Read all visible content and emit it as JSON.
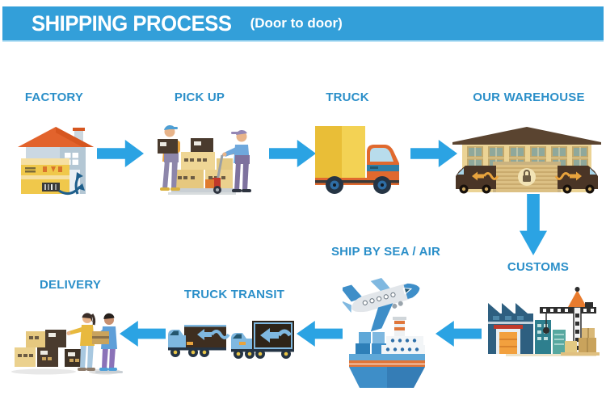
{
  "header": {
    "title": "SHIPPING PROCESS",
    "subtitle": "(Door to door)"
  },
  "colors": {
    "header_bar": "#339FD9",
    "label_text": "#2B8FC9",
    "arrow_blue": "#2BA3E3",
    "background": "#FFFFFF"
  },
  "steps": [
    {
      "id": "factory",
      "order": 1,
      "label": "FACTORY",
      "icon": "factory-house-illustration"
    },
    {
      "id": "pick-up",
      "order": 2,
      "label": "PICK UP",
      "icon": "workers-loading-boxes-illustration"
    },
    {
      "id": "truck",
      "order": 3,
      "label": "TRUCK",
      "icon": "cargo-box-truck-illustration"
    },
    {
      "id": "our-warehouse",
      "order": 4,
      "label": "OUR WAREHOUSE",
      "icon": "warehouse-with-vans-illustration"
    },
    {
      "id": "customs",
      "order": 5,
      "label": "CUSTOMS",
      "icon": "customs-port-crane-illustration"
    },
    {
      "id": "ship-by-sea-air",
      "order": 6,
      "label": "SHIP BY SEA / AIR",
      "icon": "airplane-and-cargo-ship-illustration"
    },
    {
      "id": "truck-transit",
      "order": 7,
      "label": "TRUCK TRANSIT",
      "icon": "semi-trailer-trucks-illustration"
    },
    {
      "id": "delivery",
      "order": 8,
      "label": "DELIVERY",
      "icon": "courier-handover-illustration"
    }
  ],
  "arrows": [
    {
      "from": "FACTORY",
      "to": "PICK UP",
      "direction": "right"
    },
    {
      "from": "PICK UP",
      "to": "TRUCK",
      "direction": "right"
    },
    {
      "from": "TRUCK",
      "to": "OUR WAREHOUSE",
      "direction": "right"
    },
    {
      "from": "OUR WAREHOUSE",
      "to": "CUSTOMS",
      "direction": "down"
    },
    {
      "from": "CUSTOMS",
      "to": "SHIP BY SEA / AIR",
      "direction": "left"
    },
    {
      "from": "SHIP BY SEA / AIR",
      "to": "TRUCK TRANSIT",
      "direction": "left"
    },
    {
      "from": "TRUCK TRANSIT",
      "to": "DELIVERY",
      "direction": "left"
    }
  ]
}
